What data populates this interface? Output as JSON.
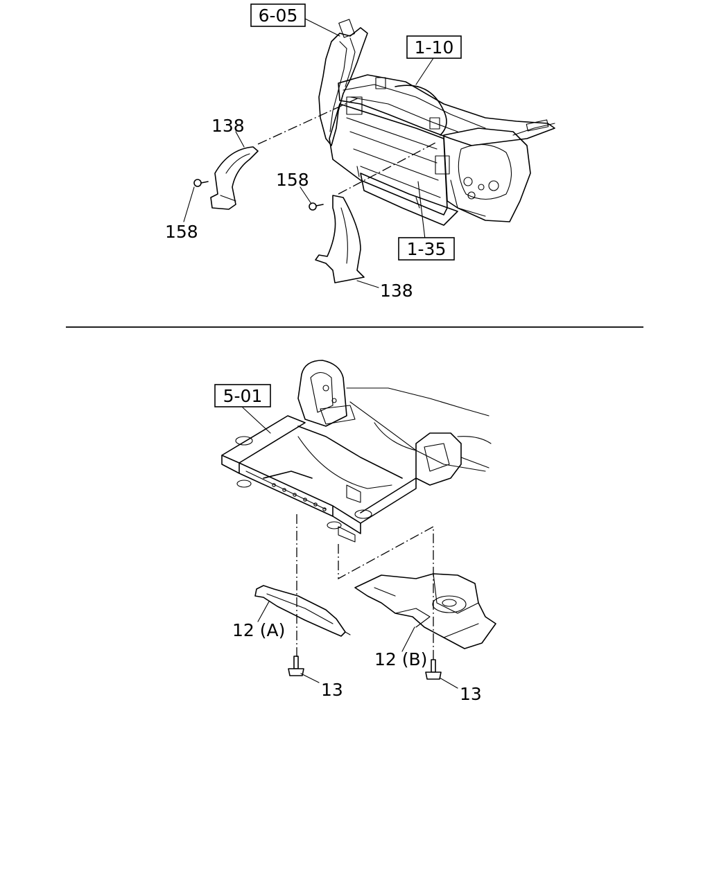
{
  "refs": {
    "r605": "6-05",
    "r110": "1-10",
    "r135": "1-35",
    "r501": "5-01"
  },
  "parts": {
    "p138_left": "138",
    "p138_right": "138",
    "p158_top": "158",
    "p158_left": "158",
    "p12a": "12 (A)",
    "p12b": "12 (B)",
    "p13_left": "13",
    "p13_right": "13"
  }
}
